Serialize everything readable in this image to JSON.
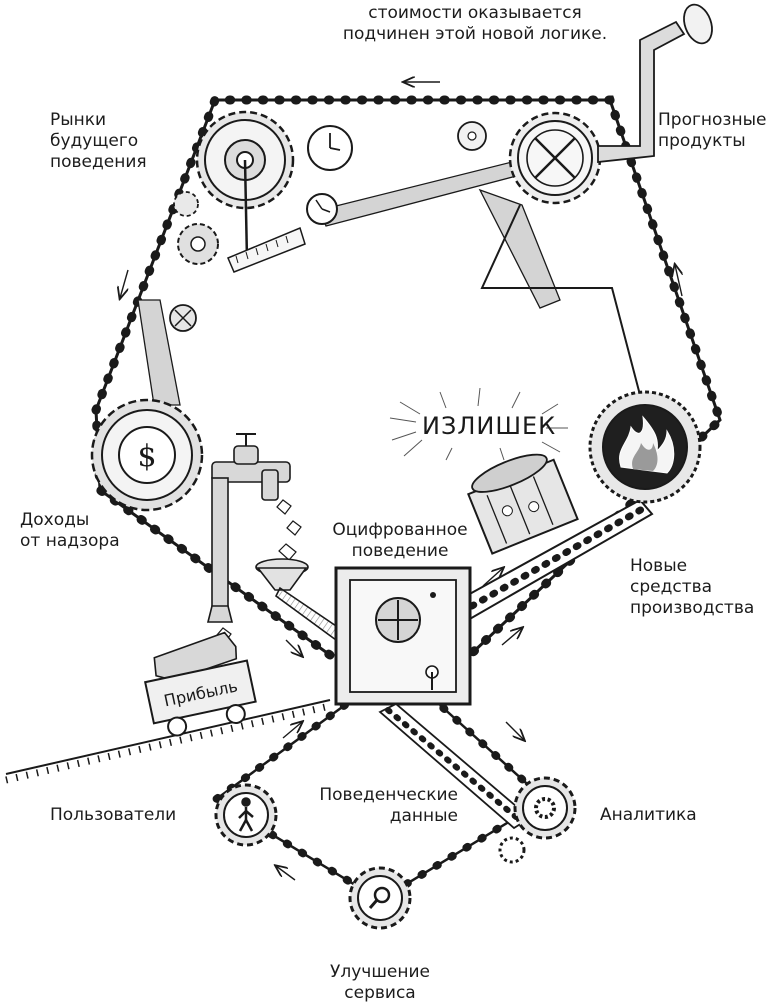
{
  "caption": [
    "стоимости оказывается",
    "подчинен этой новой логике."
  ],
  "labels": {
    "markets": [
      "Рынки",
      "будущего",
      "поведения"
    ],
    "prediction": [
      "Прогнозные",
      "продукты"
    ],
    "revenues": [
      "Доходы",
      "от надзора"
    ],
    "digitized": [
      "Оцифрованное",
      "поведение"
    ],
    "means": [
      "Новые",
      "средства",
      "производства"
    ],
    "users": "Пользователи",
    "behavioral": [
      "Поведенческие",
      "данные"
    ],
    "analytics": "Аналитика",
    "service": [
      "Улучшение",
      "сервиса"
    ],
    "surplus": "ИЗЛИШЕК",
    "profit": "Прибыль"
  },
  "icons": [
    "dollar-icon",
    "flame-icon",
    "person-icon",
    "magnifier-icon",
    "safe-icon",
    "gear-icon",
    "faucet-icon",
    "clock-icon",
    "periscope-icon",
    "funnel-icon"
  ],
  "colors": {
    "ink": "#1a1a1a",
    "shade": "#c9c9c9",
    "flame": "#333333"
  }
}
